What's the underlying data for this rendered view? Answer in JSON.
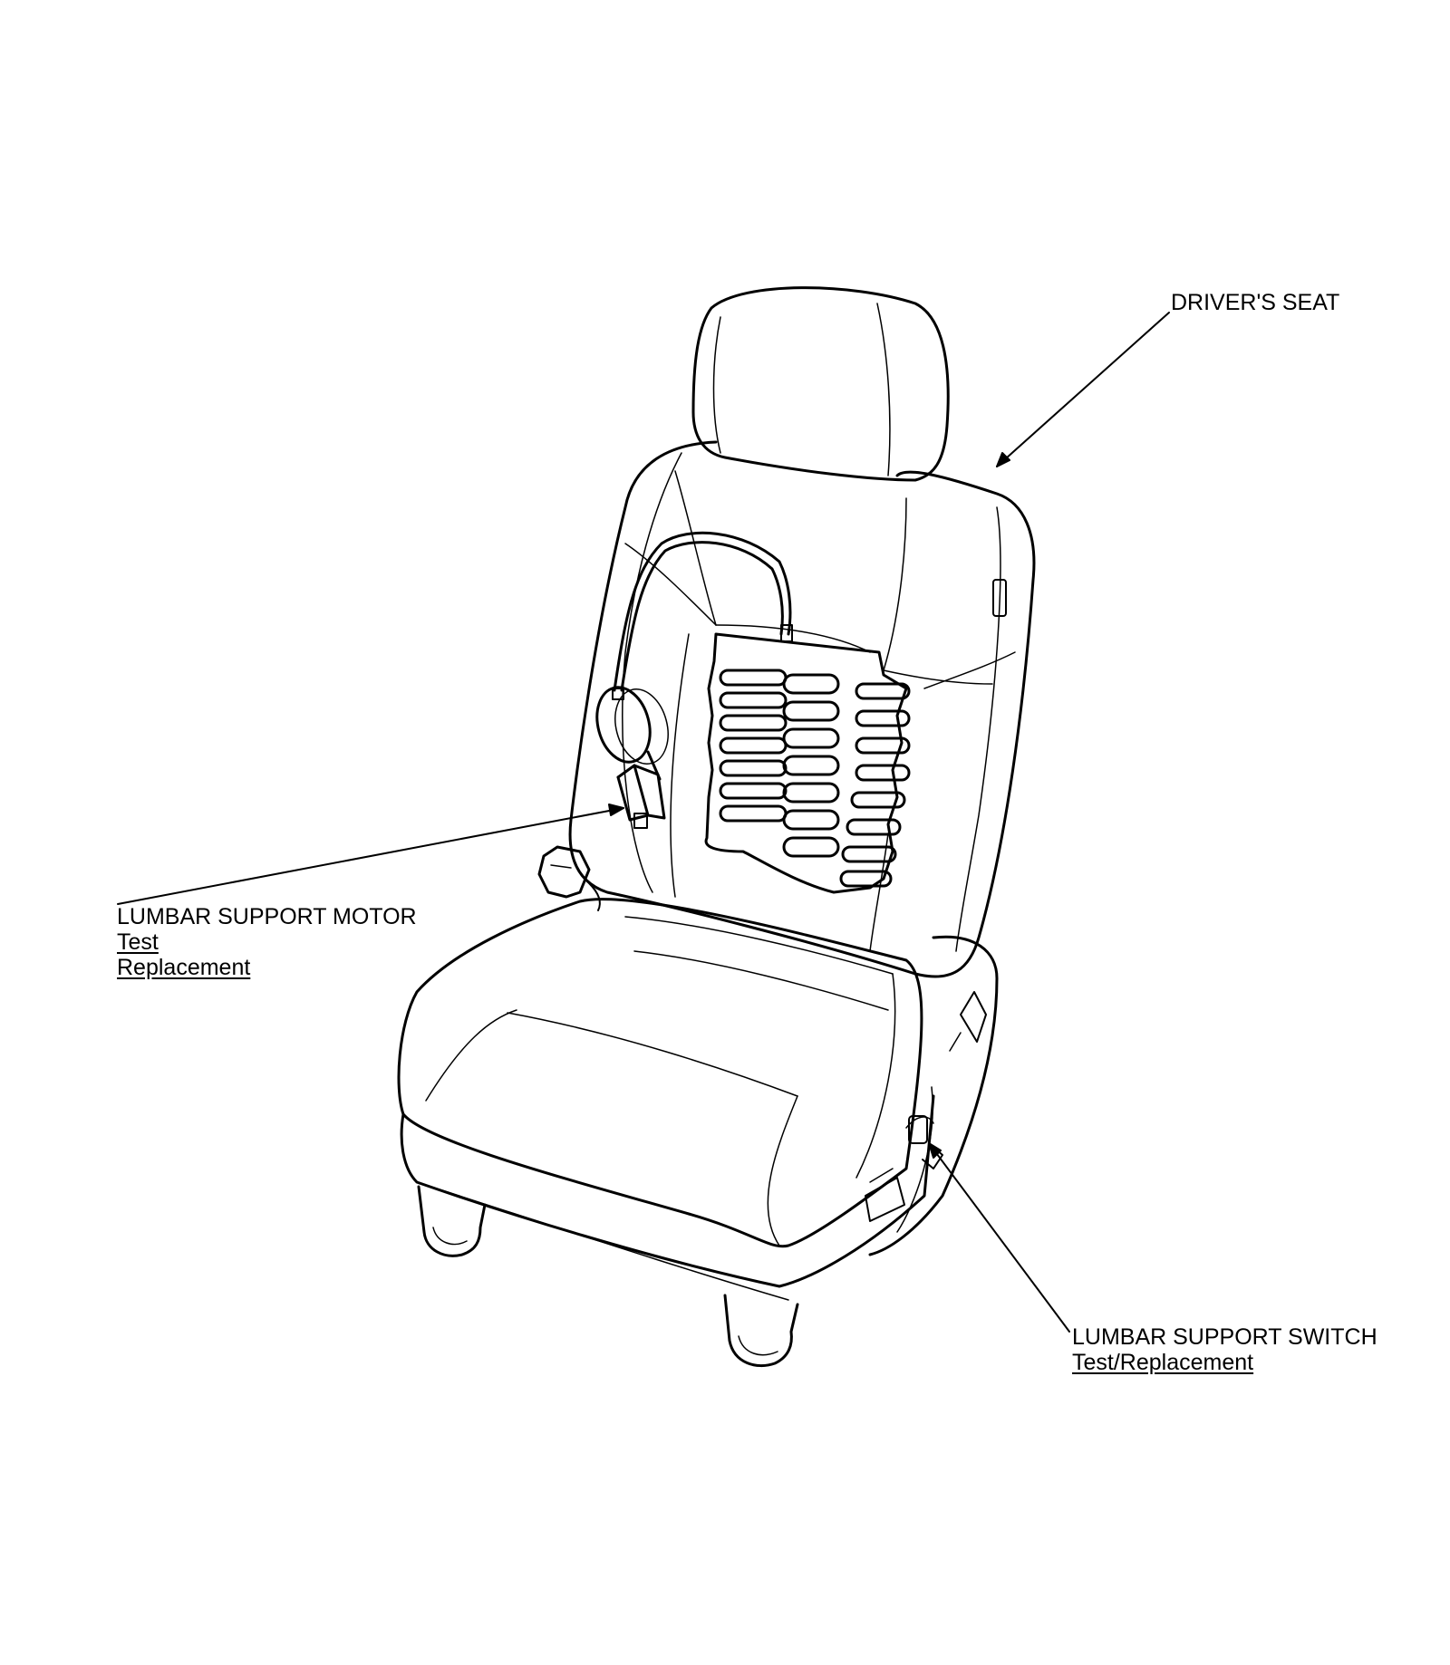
{
  "labels": {
    "drivers_seat": {
      "title": "DRIVER'S SEAT"
    },
    "lumbar_motor": {
      "title": "LUMBAR SUPPORT MOTOR",
      "links": [
        "Test",
        "Replacement"
      ]
    },
    "lumbar_switch": {
      "title": "LUMBAR SUPPORT SWITCH",
      "links": [
        "Test/Replacement"
      ]
    }
  },
  "colors": {
    "line": "#000000",
    "background": "#ffffff"
  }
}
